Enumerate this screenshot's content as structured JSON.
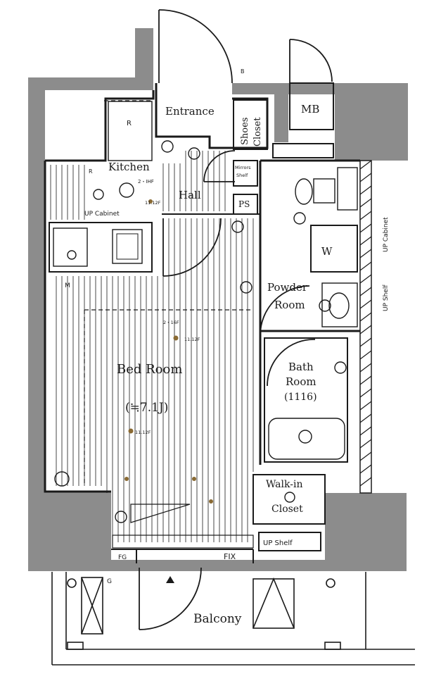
{
  "rooms": {
    "entrance": "Entrance",
    "shoes_closet": [
      "Shoes",
      "Closet"
    ],
    "mb": "MB",
    "kitchen": "Kitchen",
    "hall": "Hall",
    "ps": "PS",
    "mirrors_shelf": [
      "Mirrors",
      "Shelf"
    ],
    "w": "W",
    "powder_room": [
      "Powder",
      "Room"
    ],
    "bed_room": "Bed Room",
    "bed_room_size": "(≒7.1J)",
    "bath_room": [
      "Bath",
      "Room",
      "(1116)"
    ],
    "walk_in_closet": [
      "Walk-in",
      "Closet"
    ],
    "up_shelf_bottom": "UP Shelf",
    "fix": "FIX",
    "fg": "FG",
    "balcony": "Balcony"
  },
  "side_labels": {
    "up_cabinet_left": "UP Cabinet",
    "up_cabinet_right": "UP Cabinet",
    "up_shelf_right": "UP Shelf"
  },
  "small_marks": {
    "r_kitchen": "R",
    "r_left": "R",
    "m": "M",
    "ihi": "2・IHF",
    "kitchen_elec": "11.12F",
    "bed_elec_1": "2・16F",
    "bed_elec_2": "11.12F",
    "bed_elec_3": "11.12F",
    "g": "G",
    "b": "B"
  },
  "colors": {
    "wall": "#8c8c8c",
    "line": "#1a1a1a",
    "accent": "#8a6a33"
  }
}
